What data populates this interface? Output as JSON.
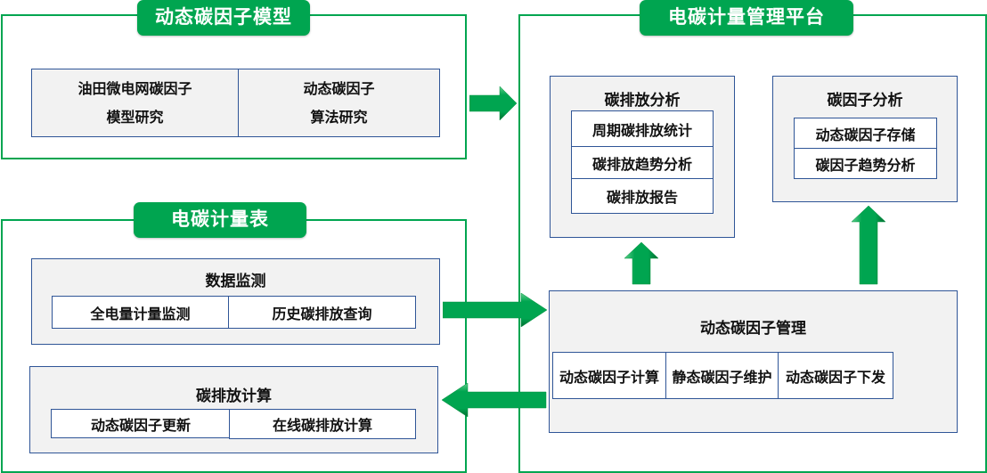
{
  "colors": {
    "panel_border": "#00a550",
    "title_bg": "#00a550",
    "box_border": "#2f5597",
    "box_bg": "#f2f2f2",
    "arrow": "#00a550"
  },
  "model_panel": {
    "title": "动态碳因子模型",
    "items": [
      {
        "line1": "油田微电网碳因子",
        "line2": "模型研究"
      },
      {
        "line1": "动态碳因子",
        "line2": "算法研究"
      }
    ]
  },
  "meter_panel": {
    "title": "电碳计量表",
    "monitor": {
      "title": "数据监测",
      "items": [
        "全电量计量监测",
        "历史碳排放查询"
      ]
    },
    "calc": {
      "title": "碳排放计算",
      "items": [
        "动态碳因子更新",
        "在线碳排放计算"
      ]
    }
  },
  "platform_panel": {
    "title": "电碳计量管理平台",
    "emission_analysis": {
      "title": "碳排放分析",
      "items": [
        "周期碳排放统计",
        "碳排放趋势分析",
        "碳排放报告"
      ]
    },
    "factor_analysis": {
      "title": "碳因子分析",
      "items": [
        "动态碳因子存储",
        "碳因子趋势分析"
      ]
    },
    "factor_management": {
      "title": "动态碳因子管理",
      "items": [
        "动态碳因子计算",
        "静态碳因子维护",
        "动态碳因子下发"
      ]
    }
  },
  "arrows": [
    {
      "from": "动态碳因子模型",
      "to": "电碳计量管理平台",
      "direction": "right"
    },
    {
      "from": "数据监测",
      "to": "动态碳因子管理",
      "direction": "right"
    },
    {
      "from": "动态碳因子管理",
      "to": "碳排放计算",
      "direction": "left"
    },
    {
      "from": "动态碳因子管理",
      "to": "碳排放分析",
      "direction": "up"
    },
    {
      "from": "动态碳因子管理",
      "to": "碳因子分析",
      "direction": "up"
    }
  ]
}
